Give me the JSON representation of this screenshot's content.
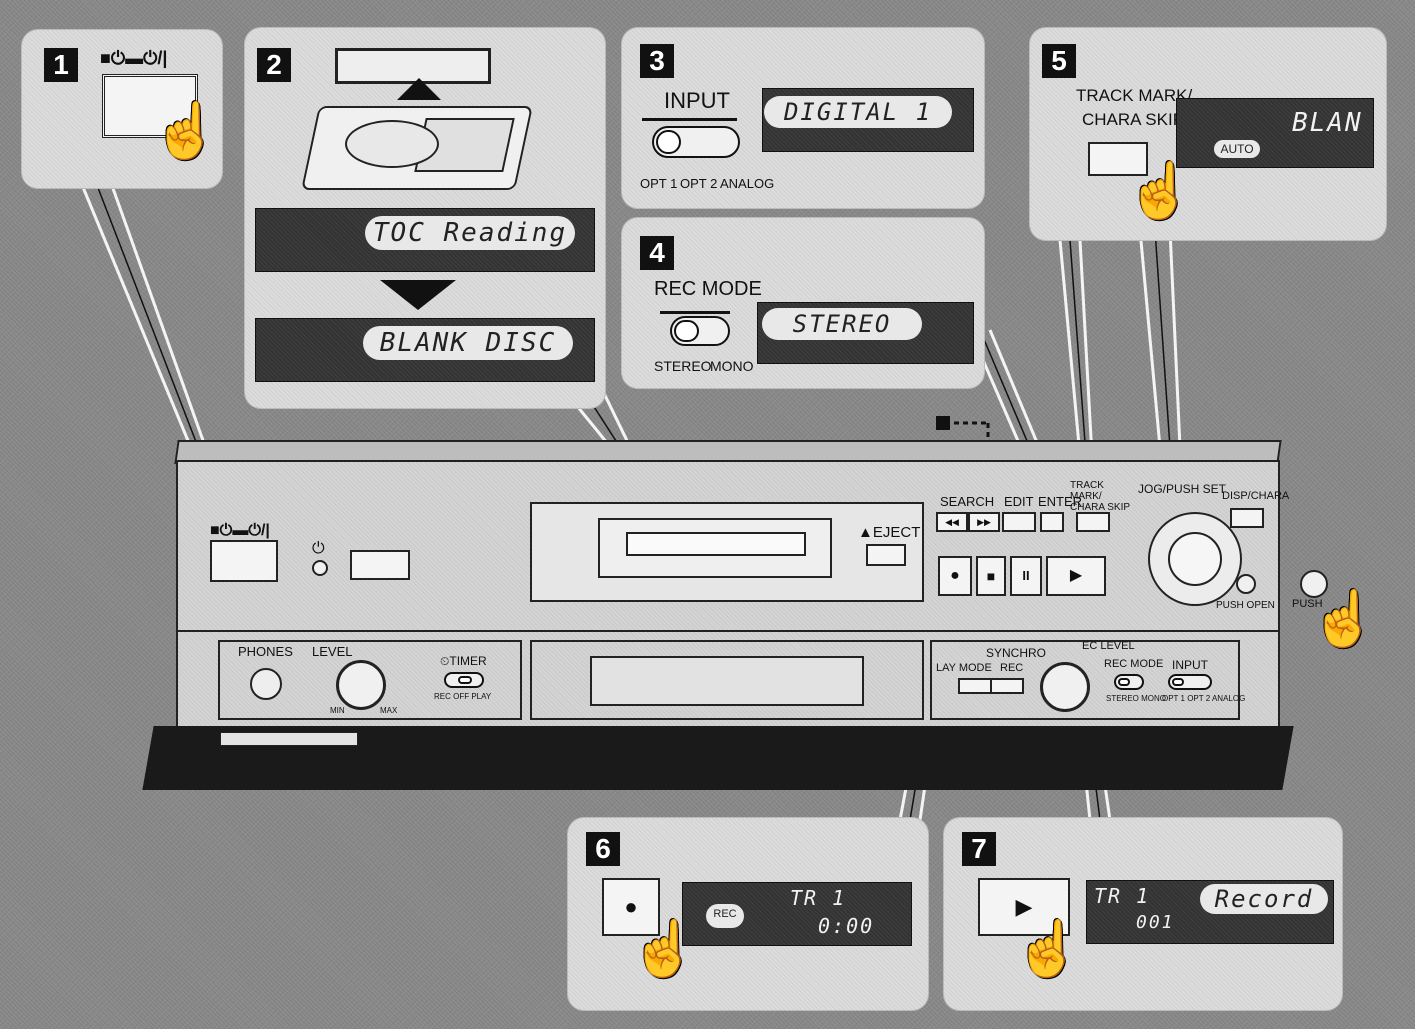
{
  "steps": [
    {
      "num": "1"
    },
    {
      "num": "2"
    },
    {
      "num": "3"
    },
    {
      "num": "4"
    },
    {
      "num": "5"
    },
    {
      "num": "6"
    },
    {
      "num": "7"
    }
  ],
  "step1": {
    "power_symbol": "■⏻▬⏻/|"
  },
  "step2": {
    "display1": "TOC Reading",
    "display2": "BLANK DISC"
  },
  "step3": {
    "switch_label": "INPUT",
    "options": [
      "OPT 1",
      "OPT 2",
      "ANALOG"
    ],
    "display": "DIGITAL 1"
  },
  "step4": {
    "switch_label": "REC MODE",
    "options": [
      "STEREO",
      "MONO"
    ],
    "display": "STEREO"
  },
  "step5": {
    "button_label_line1": "TRACK MARK/",
    "button_label_line2": "CHARA SKIP",
    "badge": "AUTO",
    "display": "BLAN"
  },
  "step6": {
    "button_symbol": "●",
    "rec_badge": "REC",
    "display_top": "TR  1",
    "display_bottom": "0:00"
  },
  "step7": {
    "button_symbol": "▶",
    "display_top": "TR  1",
    "display_bottom": "001",
    "display_word": "Record"
  },
  "deck": {
    "power_symbol": "■⏻▬⏻/|",
    "standby_symbol": "⏻",
    "eject_label": "▲EJECT",
    "search_label": "SEARCH",
    "edit_label": "EDIT",
    "enter_label": "ENTER",
    "track_mark_label": "TRACK MARK/ CHARA SKIP",
    "jog_label": "JOG/PUSH SET",
    "disp_label": "DISP/CHARA",
    "push_open_label": "PUSH OPEN",
    "push_label": "PUSH",
    "phones_label": "PHONES",
    "level_label": "LEVEL",
    "min_label": "MIN",
    "max_label": "MAX",
    "timer_label": "⏲TIMER",
    "timer_options": "REC OFF PLAY",
    "play_mode_label": "LAY MODE",
    "synchro_label": "SYNCHRO",
    "rec_label": "REC",
    "rec_level_label": "EC LEVEL",
    "rec_mode_label": "REC MODE",
    "rec_mode_options": "STEREO MONO",
    "input_label": "INPUT",
    "input_options": "OPT 1 OPT 2 ANALOG",
    "rec_symbol": "●",
    "stop_symbol": "■",
    "pause_symbol": "II",
    "play_symbol": "▶",
    "rew_symbol": "◀◀",
    "ff_symbol": "▶▶"
  }
}
